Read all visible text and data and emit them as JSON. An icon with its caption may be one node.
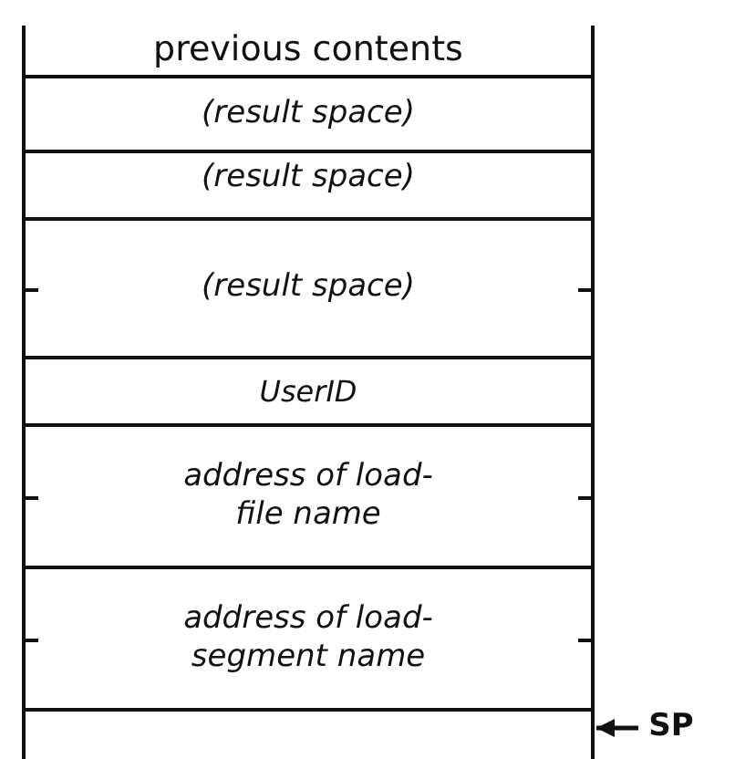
{
  "diagram": {
    "nodes": [
      {
        "text": [
          "previous contents"
        ]
      },
      {
        "text": [
          "(result space)"
        ]
      },
      {
        "text": [
          "(result space)"
        ]
      },
      {
        "text": [
          "(result space)"
        ]
      },
      {
        "text": [
          "UserID"
        ]
      },
      {
        "text": [
          "address of load-file name"
        ]
      },
      {
        "text": [
          "address of load-segment name"
        ]
      },
      {
        "text": [],
        "shape": "box"
      },
      {
        "text": [
          "SP"
        ]
      }
    ],
    "edges": [
      {
        "from": 8,
        "to": 7,
        "arrow": "to"
      }
    ]
  }
}
